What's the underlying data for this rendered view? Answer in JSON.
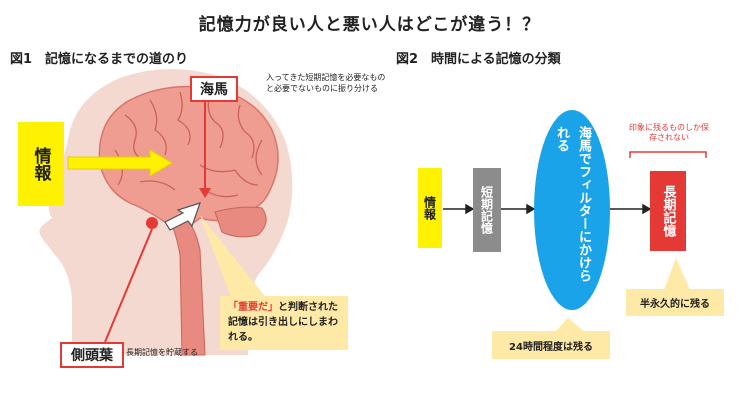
{
  "title": "記憶力が良い人と悪い人はどこが違う！？",
  "fig1": {
    "title": "図1　記憶になるまでの道のり",
    "info_label": "情報",
    "hippocampus_label": "海馬",
    "hippocampus_note": "入ってきた短期記憶を必要なものと必要でないものに振り分ける",
    "temporal_label": "側頭葉",
    "temporal_note": "長期記憶を貯蔵する",
    "callout_important": "「重要だ」",
    "callout_rest": "と判断された記憶は引き出しにしまわれる。"
  },
  "fig2": {
    "title": "図2　時間による記憶の分類",
    "info_label": "情報",
    "short_term_label": "短期記憶",
    "filter_label": "海馬でフィルターにかけられる",
    "long_term_label": "長期記憶",
    "bracket_note": "印象に残るものしか保存されない",
    "callout_24h": "24時間程度は残る",
    "callout_permanent": "半永久的に残る"
  },
  "colors": {
    "red": "#e53935",
    "yellow": "#fff200",
    "callout": "#ffe9a6",
    "blue": "#1aa3e8",
    "gray": "#8c8c8c"
  }
}
